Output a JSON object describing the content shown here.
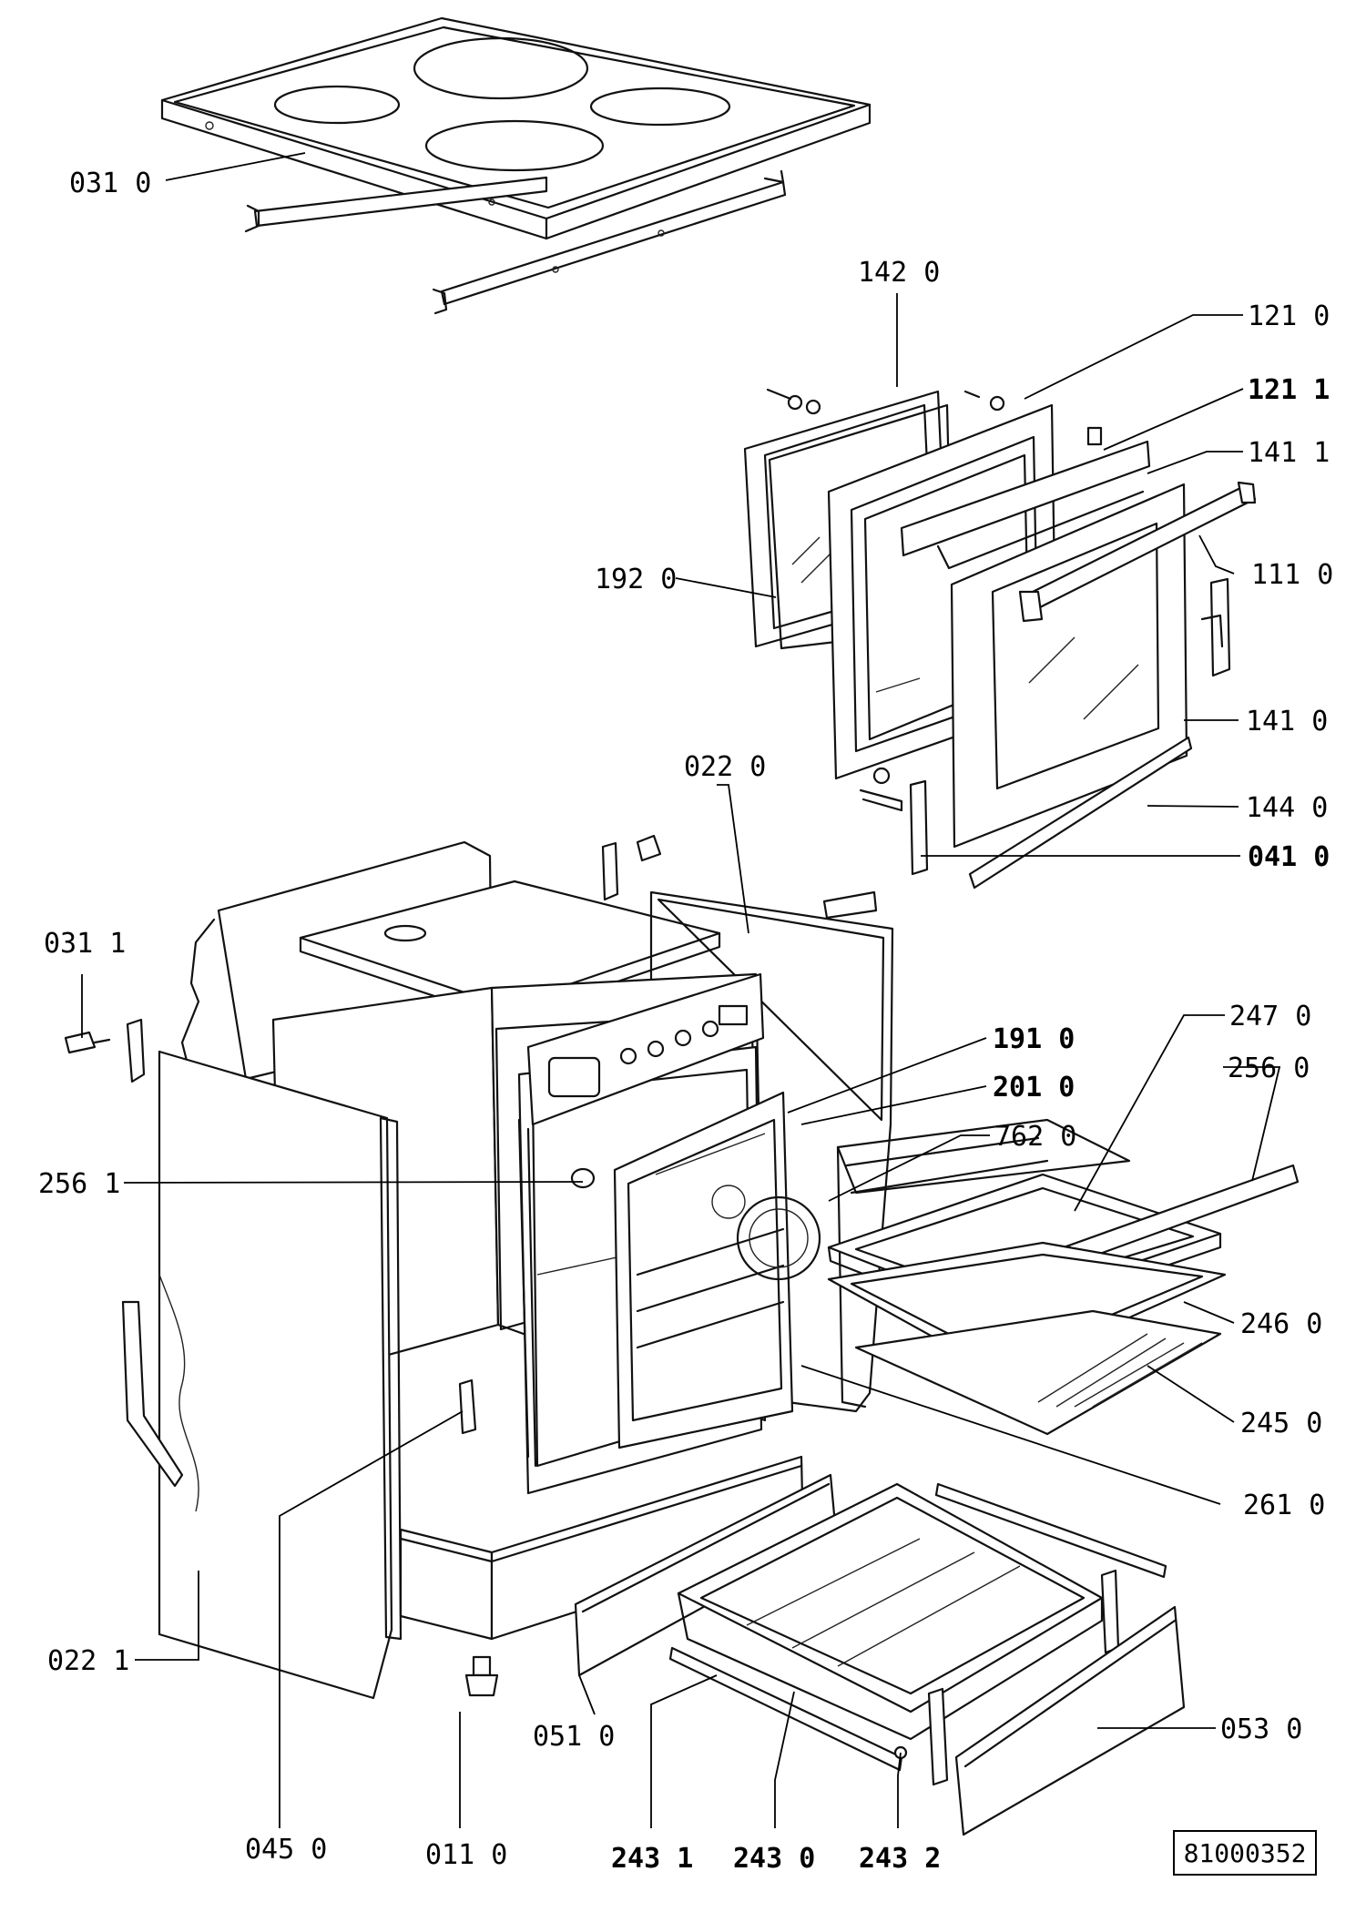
{
  "document_number": "81000352",
  "parts": [
    {
      "id": "p0310",
      "label": "031 0"
    },
    {
      "id": "p1420",
      "label": "142 0"
    },
    {
      "id": "p1210",
      "label": "121 0"
    },
    {
      "id": "p1211",
      "label": "121 1"
    },
    {
      "id": "p1411",
      "label": "141 1"
    },
    {
      "id": "p1920",
      "label": "192 0"
    },
    {
      "id": "p1110",
      "label": "111 0"
    },
    {
      "id": "p1410",
      "label": "141 0"
    },
    {
      "id": "p0220",
      "label": "022 0"
    },
    {
      "id": "p1440",
      "label": "144 0"
    },
    {
      "id": "p0410",
      "label": "041 0"
    },
    {
      "id": "p0311",
      "label": "031 1"
    },
    {
      "id": "p2470",
      "label": "247 0"
    },
    {
      "id": "p1910",
      "label": "191 0"
    },
    {
      "id": "p2560",
      "label": "256 0"
    },
    {
      "id": "p2010",
      "label": "201 0"
    },
    {
      "id": "p7620",
      "label": "762 0"
    },
    {
      "id": "p2561",
      "label": "256 1"
    },
    {
      "id": "p2460",
      "label": "246 0"
    },
    {
      "id": "p2450",
      "label": "245 0"
    },
    {
      "id": "p2610",
      "label": "261 0"
    },
    {
      "id": "p0221",
      "label": "022 1"
    },
    {
      "id": "p0530",
      "label": "053 0"
    },
    {
      "id": "p0510",
      "label": "051 0"
    },
    {
      "id": "p0450",
      "label": "045 0"
    },
    {
      "id": "p0110",
      "label": "011 0"
    },
    {
      "id": "p2431",
      "label": "243 1"
    },
    {
      "id": "p2430",
      "label": "243 0"
    },
    {
      "id": "p2432",
      "label": "243 2"
    }
  ]
}
